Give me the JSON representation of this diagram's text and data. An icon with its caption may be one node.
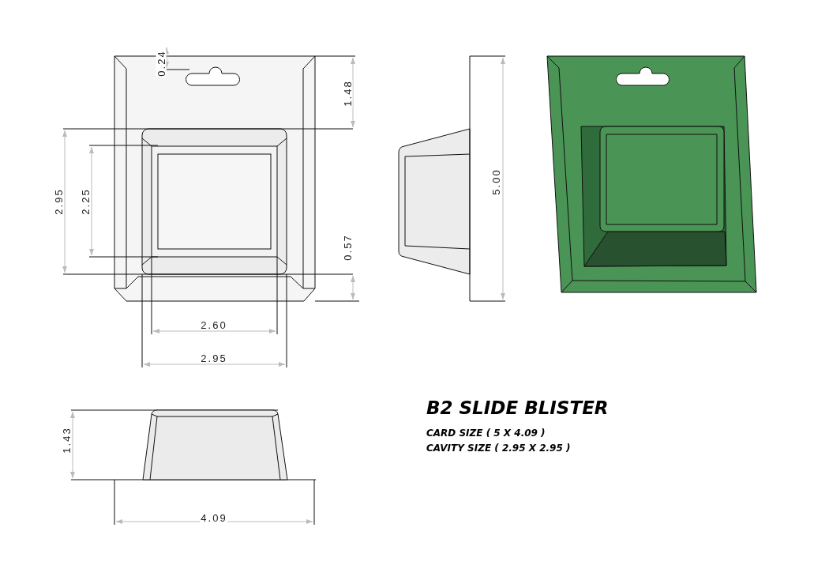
{
  "diagram": {
    "title": "B2 SLIDE BLISTER",
    "labels": [
      "0.24",
      "1.48",
      "2.95",
      "2.25",
      "5.00",
      "0.57",
      "2.60",
      "2.95",
      "1.43",
      "4.09",
      "CARD SIZE ( 5 X 4.09 )",
      "CAVITY SIZE ( 2.95 X 2.95 )"
    ]
  }
}
